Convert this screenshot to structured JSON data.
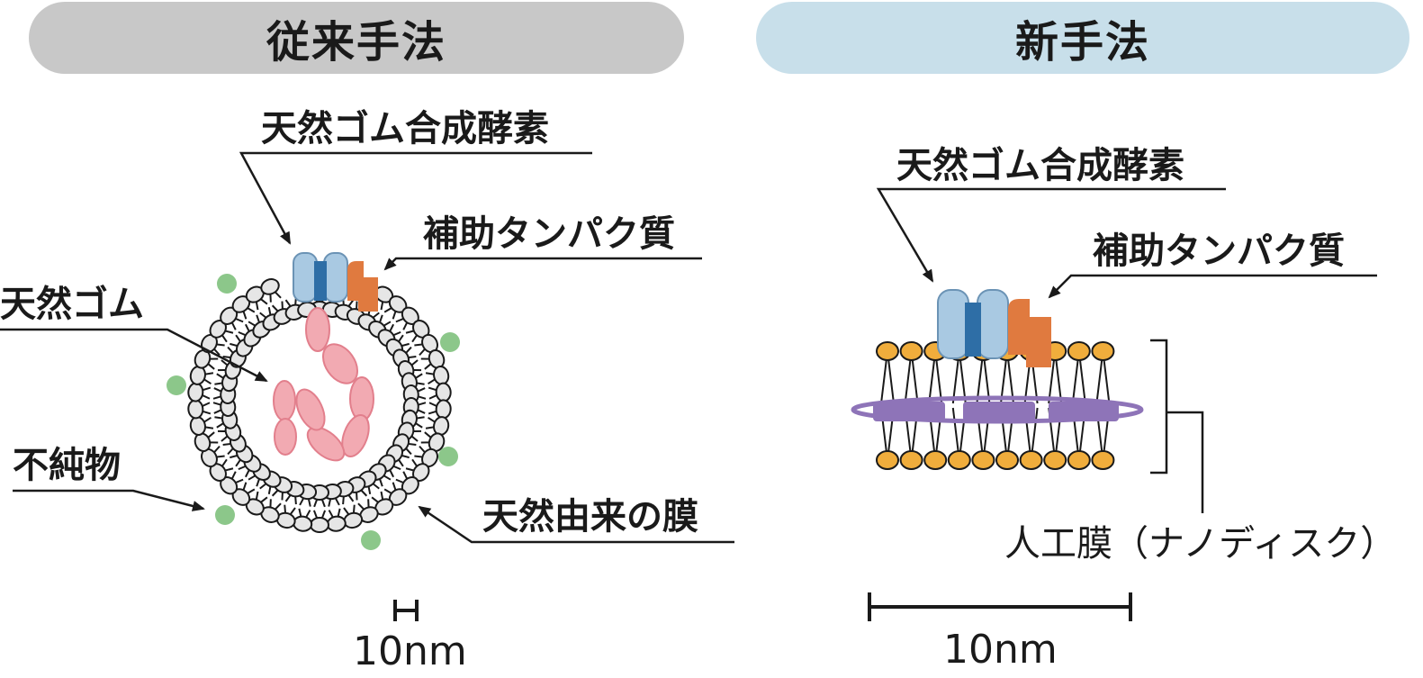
{
  "headers": {
    "conventional": "従来手法",
    "new": "新手法"
  },
  "conventional": {
    "enzyme_label": "天然ゴム合成酵素",
    "aux_protein_label": "補助タンパク質",
    "rubber_label": "天然ゴム",
    "impurity_label": "不純物",
    "membrane_label": "天然由来の膜",
    "scale_label": "10nm"
  },
  "new_method": {
    "enzyme_label": "天然ゴム合成酵素",
    "aux_protein_label": "補助タンパク質",
    "membrane_label": "人工膜（ナノディスク）",
    "scale_label": "10nm"
  },
  "colors": {
    "pill_left": "#c8c8c8",
    "pill_right": "#c8dfea",
    "enzyme_light": "#a9c9e2",
    "enzyme_dark": "#2e6ea6",
    "aux_protein": "#e07a3f",
    "rubber": "#f2aab2",
    "impurity": "#8cc78a",
    "lipid_head_natural": "#e6e6e6",
    "lipid_head_artificial": "#f0ad3c",
    "scaffold_protein": "#8e74b8"
  }
}
